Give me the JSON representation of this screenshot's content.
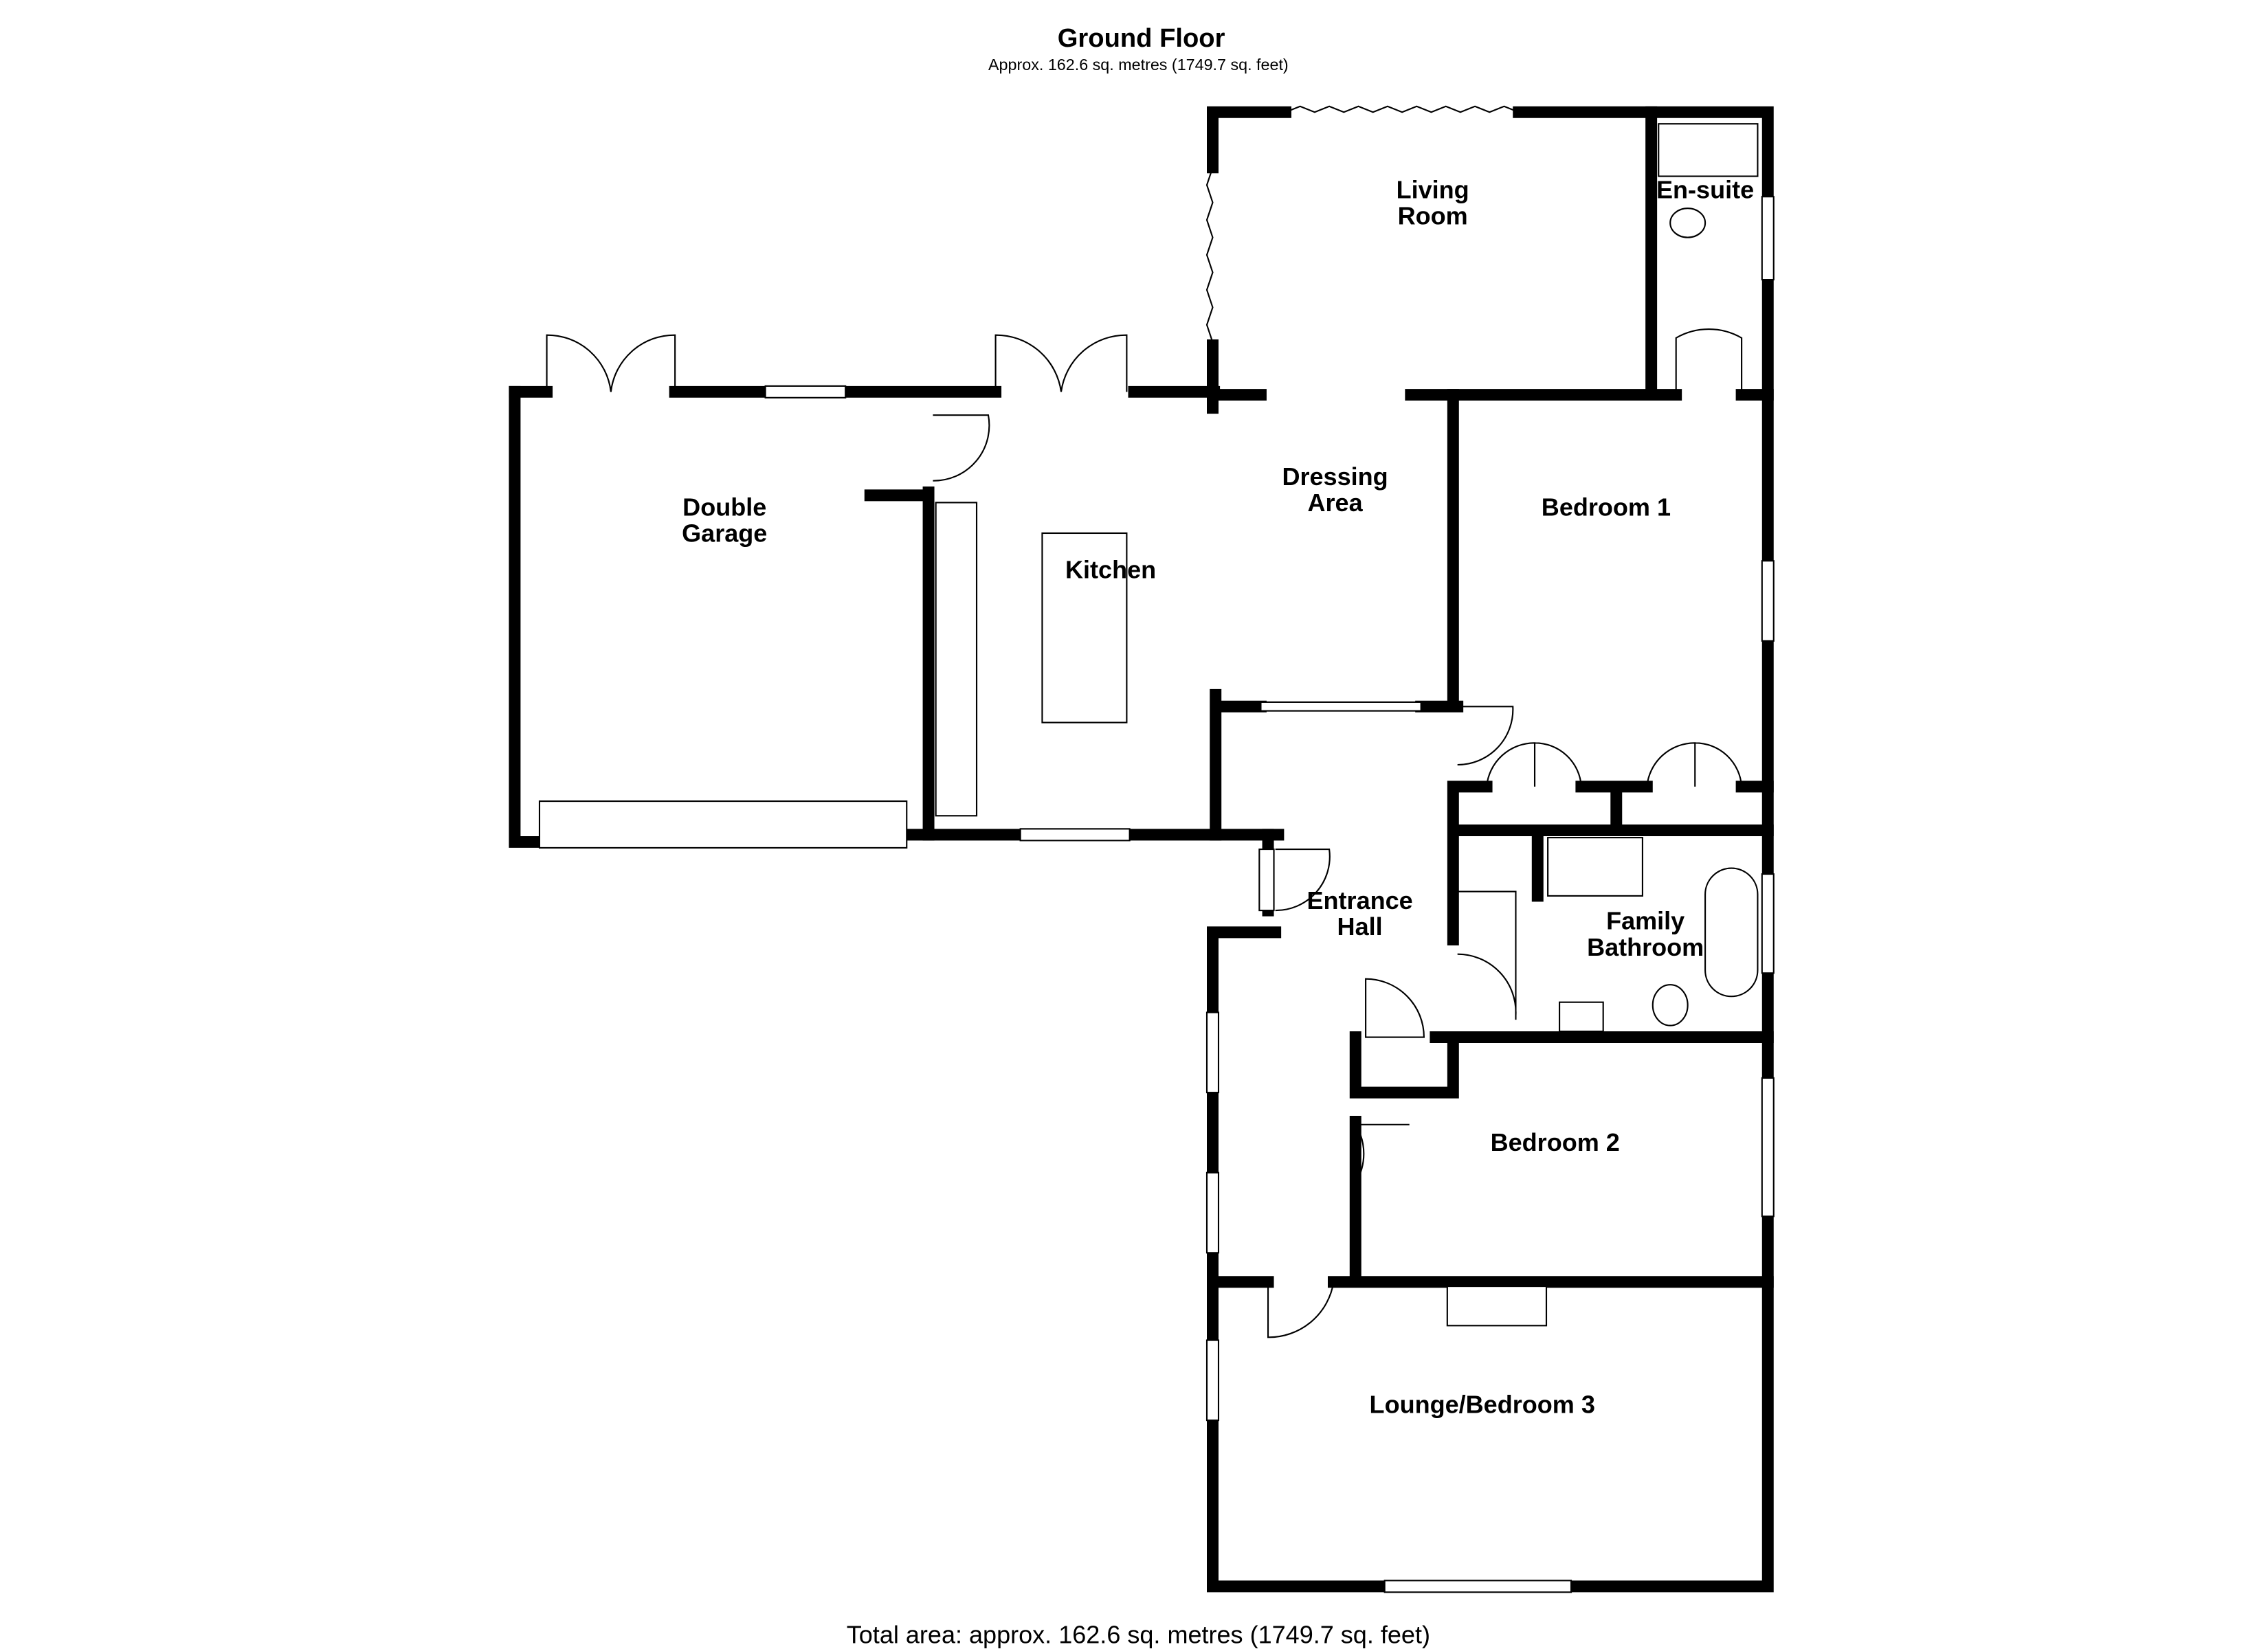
{
  "header": {
    "title": "Ground Floor",
    "subtitle": "Approx. 162.6 sq. metres (1749.7 sq. feet)"
  },
  "rooms": [
    {
      "id": "living-room",
      "lines": [
        "Living",
        "Room"
      ]
    },
    {
      "id": "en-suite",
      "lines": [
        "En-suite"
      ]
    },
    {
      "id": "double-garage",
      "lines": [
        "Double",
        "Garage"
      ]
    },
    {
      "id": "dressing-area",
      "lines": [
        "Dressing",
        "Area"
      ]
    },
    {
      "id": "bedroom-1",
      "lines": [
        "Bedroom 1"
      ]
    },
    {
      "id": "kitchen",
      "lines": [
        "Kitchen"
      ]
    },
    {
      "id": "entrance-hall",
      "lines": [
        "Entrance",
        "Hall"
      ]
    },
    {
      "id": "family-bathroom",
      "lines": [
        "Family",
        "Bathroom"
      ]
    },
    {
      "id": "bedroom-2",
      "lines": [
        "Bedroom 2"
      ]
    },
    {
      "id": "lounge-bedroom-3",
      "lines": [
        "Lounge/Bedroom 3"
      ]
    }
  ],
  "footer": {
    "total": "Total area: approx. 162.6 sq. metres (1749.7 sq. feet)"
  }
}
